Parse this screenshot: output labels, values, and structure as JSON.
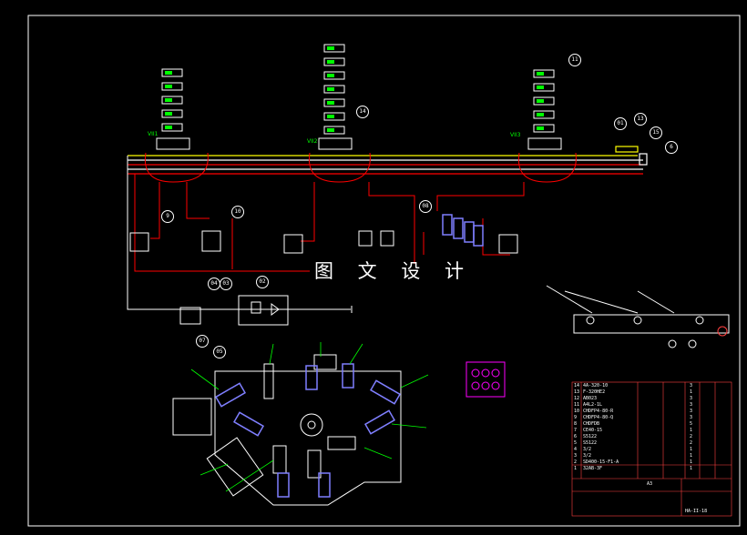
{
  "watermark": "图 文 设 计",
  "valve_groups": [
    {
      "label": "VII1"
    },
    {
      "label": "VII2"
    },
    {
      "label": "VII3"
    }
  ],
  "balloons": [
    "11",
    "01",
    "13",
    "15",
    "6",
    "14",
    "9",
    "10",
    "08",
    "04",
    "03",
    "02",
    "07",
    "05"
  ],
  "parts_list": [
    {
      "code": "14",
      "name": "4A-320-10",
      "qty": "3"
    },
    {
      "code": "13",
      "name": "F-320HE2",
      "qty": "1"
    },
    {
      "code": "12",
      "name": "AB023",
      "qty": "3"
    },
    {
      "code": "11",
      "name": "A4L2-1L",
      "qty": "3"
    },
    {
      "code": "10",
      "name": "CHDFP4-80-R",
      "qty": "3"
    },
    {
      "code": "9",
      "name": "CHDFP4-80-Q",
      "qty": "3"
    },
    {
      "code": "8",
      "name": "CHDFDB",
      "qty": "5"
    },
    {
      "code": "7",
      "name": "CE40-15",
      "qty": "1"
    },
    {
      "code": "6",
      "name": "S5122",
      "qty": "2"
    },
    {
      "code": "5",
      "name": "S5122",
      "qty": "2"
    },
    {
      "code": "4",
      "name": "3/2",
      "qty": "1"
    },
    {
      "code": "3",
      "name": "3/2",
      "qty": "1"
    },
    {
      "code": "2",
      "name": "SD400-15-F1-A",
      "qty": "1"
    },
    {
      "code": "1",
      "name": "32AB-3F",
      "qty": "1"
    }
  ],
  "title_block": {
    "drawing_no": "HA-II-18",
    "scale": "A3"
  },
  "colors": {
    "background": "#000000",
    "line": "#ffffff",
    "pipe": "#ff0000",
    "label": "#00ff00",
    "component": "#7f7fff",
    "frame": "#ff00ff",
    "accent": "#ffff00"
  }
}
